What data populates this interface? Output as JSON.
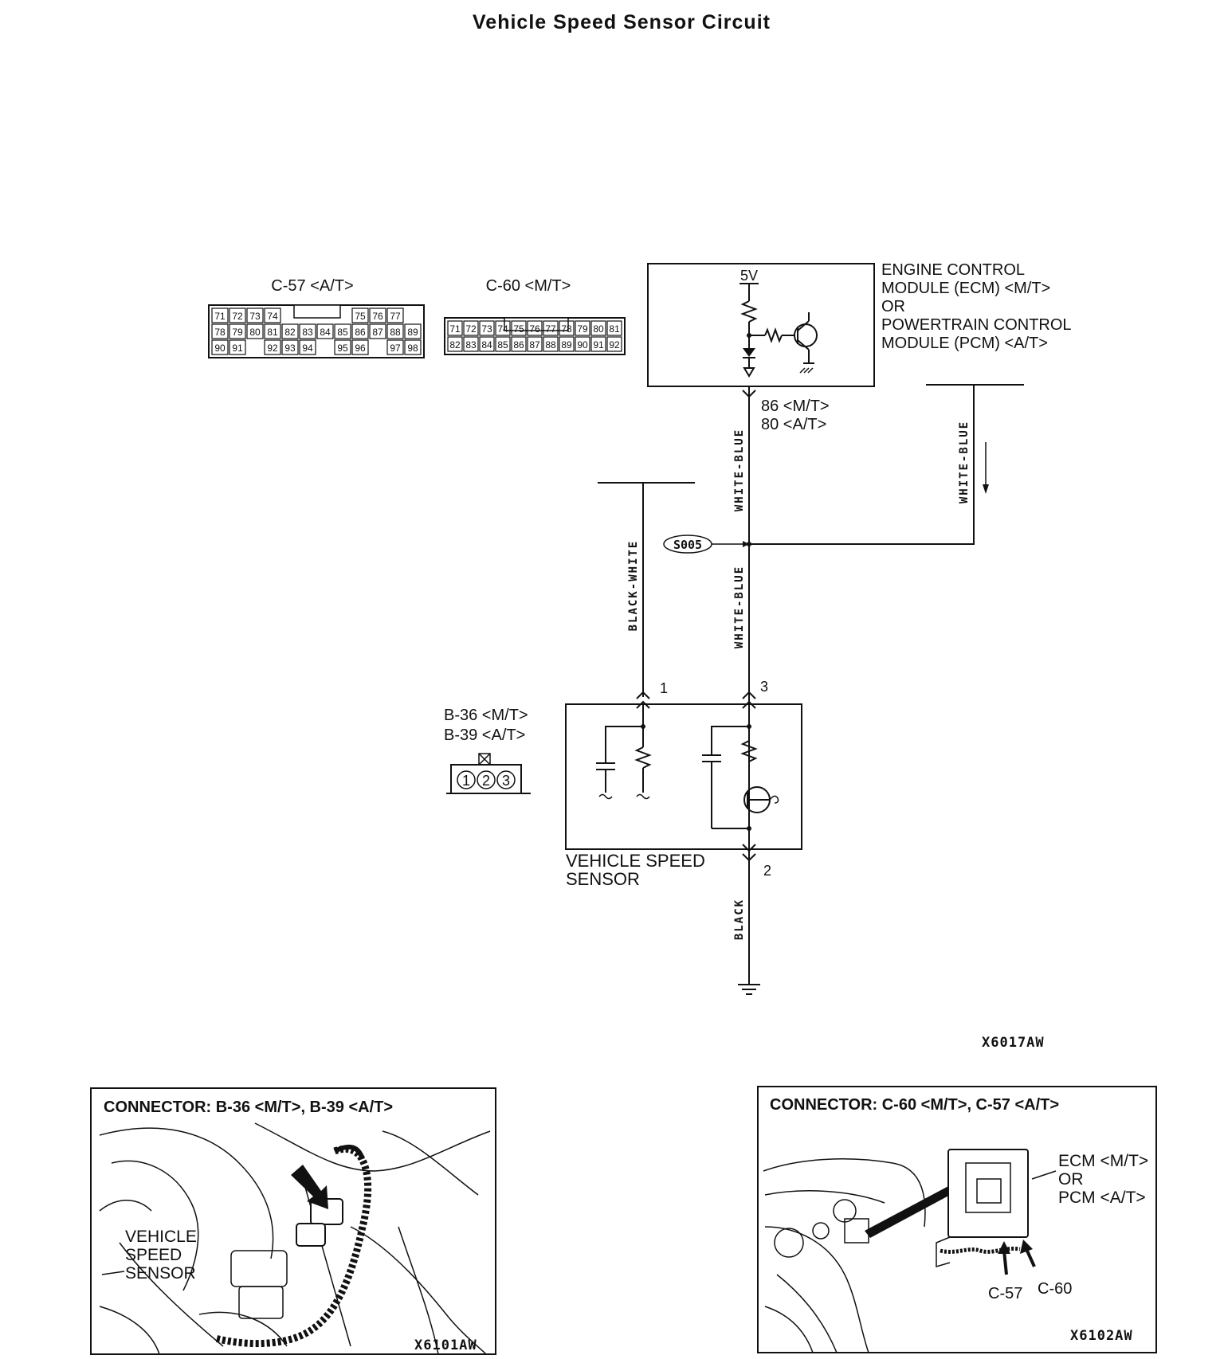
{
  "title": "Vehicle Speed Sensor Circuit",
  "connectors_top": {
    "c57": {
      "label": "C-57 <A/T>",
      "rows": [
        [
          "71",
          "72",
          "73",
          "74",
          "",
          "",
          "",
          "",
          "75",
          "76",
          "77"
        ],
        [
          "78",
          "79",
          "80",
          "81",
          "82",
          "83",
          "84",
          "85",
          "86",
          "87",
          "88",
          "89"
        ],
        [
          "90",
          "91",
          "",
          "92",
          "93",
          "94",
          "",
          "95",
          "96",
          "",
          "97",
          "98"
        ]
      ]
    },
    "c60": {
      "label": "C-60 <M/T>",
      "rows": [
        [
          "71",
          "72",
          "73",
          "74",
          "75",
          "76",
          "77",
          "78",
          "79",
          "80",
          "81"
        ],
        [
          "82",
          "83",
          "84",
          "85",
          "86",
          "87",
          "88",
          "89",
          "90",
          "91",
          "92"
        ]
      ]
    }
  },
  "ecm": {
    "voltage": "5V",
    "label_lines": [
      "ENGINE CONTROL",
      "MODULE (ECM) <M/T>",
      "OR",
      "POWERTRAIN CONTROL",
      "MODULE (PCM) <A/T>"
    ]
  },
  "pins": {
    "ecm_pin_lines": [
      "86 <M/T>",
      "80 <A/T>"
    ],
    "sensor_pin1": "1",
    "sensor_pin3": "3",
    "sensor_pin2": "2"
  },
  "wires": {
    "white_blue_upper": "WHITE-BLUE",
    "white_blue_lower": "WHITE-BLUE",
    "white_blue_branch": "WHITE-BLUE",
    "black_white": "BLACK-WHITE",
    "black": "BLACK"
  },
  "splice": "S005",
  "sensor": {
    "connector_lines": [
      "B-36 <M/T>",
      "B-39 <A/T>"
    ],
    "connector_pins": [
      "1",
      "2",
      "3"
    ],
    "label_lines": [
      "VEHICLE SPEED",
      "SENSOR"
    ]
  },
  "figure_code_main": "X6017AW",
  "panel_left": {
    "title": "CONNECTOR: B-36 <M/T>, B-39 <A/T>",
    "label_lines": [
      "VEHICLE",
      "SPEED",
      "SENSOR"
    ],
    "code": "X6101AW"
  },
  "panel_right": {
    "title": "CONNECTOR: C-60 <M/T>, C-57 <A/T>",
    "label_lines": [
      "ECM <M/T>",
      "OR",
      "PCM <A/T>"
    ],
    "c57": "C-57",
    "c60": "C-60",
    "code": "X6102AW"
  }
}
